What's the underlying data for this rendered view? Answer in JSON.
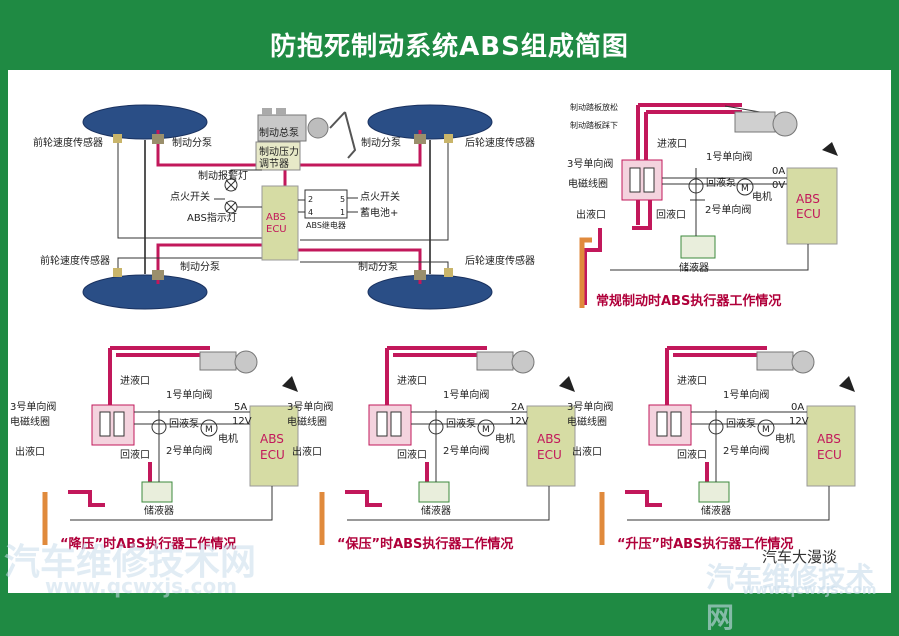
{
  "title": "防抱死制动系统ABS组成简图",
  "top_left": {
    "front_sensor_left_top": "前轮速度传感器",
    "brake_cyl_left_top": "制动分泵",
    "master_cyl": "制动总泵",
    "pressure_reg_1": "制动压力",
    "pressure_reg_2": "调节器",
    "brake_cyl_right_top": "制动分泵",
    "rear_sensor_right_top": "后轮速度传感器",
    "brake_warn": "制动报警灯",
    "ignition_left": "点火开关",
    "abs_indicator": "ABS指示灯",
    "ignition_right": "点火开关",
    "battery": "蓄电池+",
    "abs_relay": "ABS继电器",
    "ecu_1": "ABS",
    "ecu_2": "ECU",
    "front_sensor_left_bottom": "前轮速度传感器",
    "brake_cyl_left_bottom": "制动分泵",
    "brake_cyl_right_bottom": "制动分泵",
    "rear_sensor_right_bottom": "后轮速度传感器",
    "relay_pins": [
      "2",
      "5",
      "4",
      "1"
    ]
  },
  "top_right": {
    "pedal_release": "制动踏板放松",
    "pedal_press": "制动踏板踩下",
    "inlet": "进液口",
    "valve3": "3号单向阀",
    "valve1": "1号单向阀",
    "coil": "电磁线圈",
    "return_pump": "回液泵",
    "outlet": "出液口",
    "return_port": "回液口",
    "valve2": "2号单向阀",
    "motor": "电机",
    "reservoir": "储液器",
    "current": "0A",
    "voltage": "0V",
    "motor_symbol": "M",
    "ecu_1": "ABS",
    "ecu_2": "ECU",
    "caption": "常规制动时ABS执行器工作情况"
  },
  "bottom_panels": [
    {
      "caption": "“降压”时ABS执行器工作情况",
      "current": "5A",
      "voltage": "12V"
    },
    {
      "caption": "“保压”时ABS执行器工作情况",
      "current": "2A",
      "voltage": "12V"
    },
    {
      "caption": "“升压”时ABS执行器工作情况",
      "current": "0A",
      "voltage": "12V"
    }
  ],
  "bottom_labels": {
    "inlet": "进液口",
    "valve3": "3号单向阀",
    "valve1": "1号单向阀",
    "coil": "电磁线圈",
    "return_pump": "回液泵",
    "outlet": "出液口",
    "return_port": "回液口",
    "valve2": "2号单向阀",
    "motor": "电机",
    "reservoir": "储液器",
    "motor_symbol": "M",
    "ecu_1": "ABS",
    "ecu_2": "ECU"
  },
  "watermarks": {
    "left_cn": "汽车维修技术网",
    "left_url": "www.qcwxjs.com",
    "right_brand": "汽车大漫谈",
    "right_cn": "汽车维修技术网",
    "right_url": "www.qcwxjs.com"
  },
  "colors": {
    "background": "#1f8a43",
    "brake_line": "#c2185b",
    "ecu": "#d6dca4",
    "caption": "#b0003a"
  }
}
